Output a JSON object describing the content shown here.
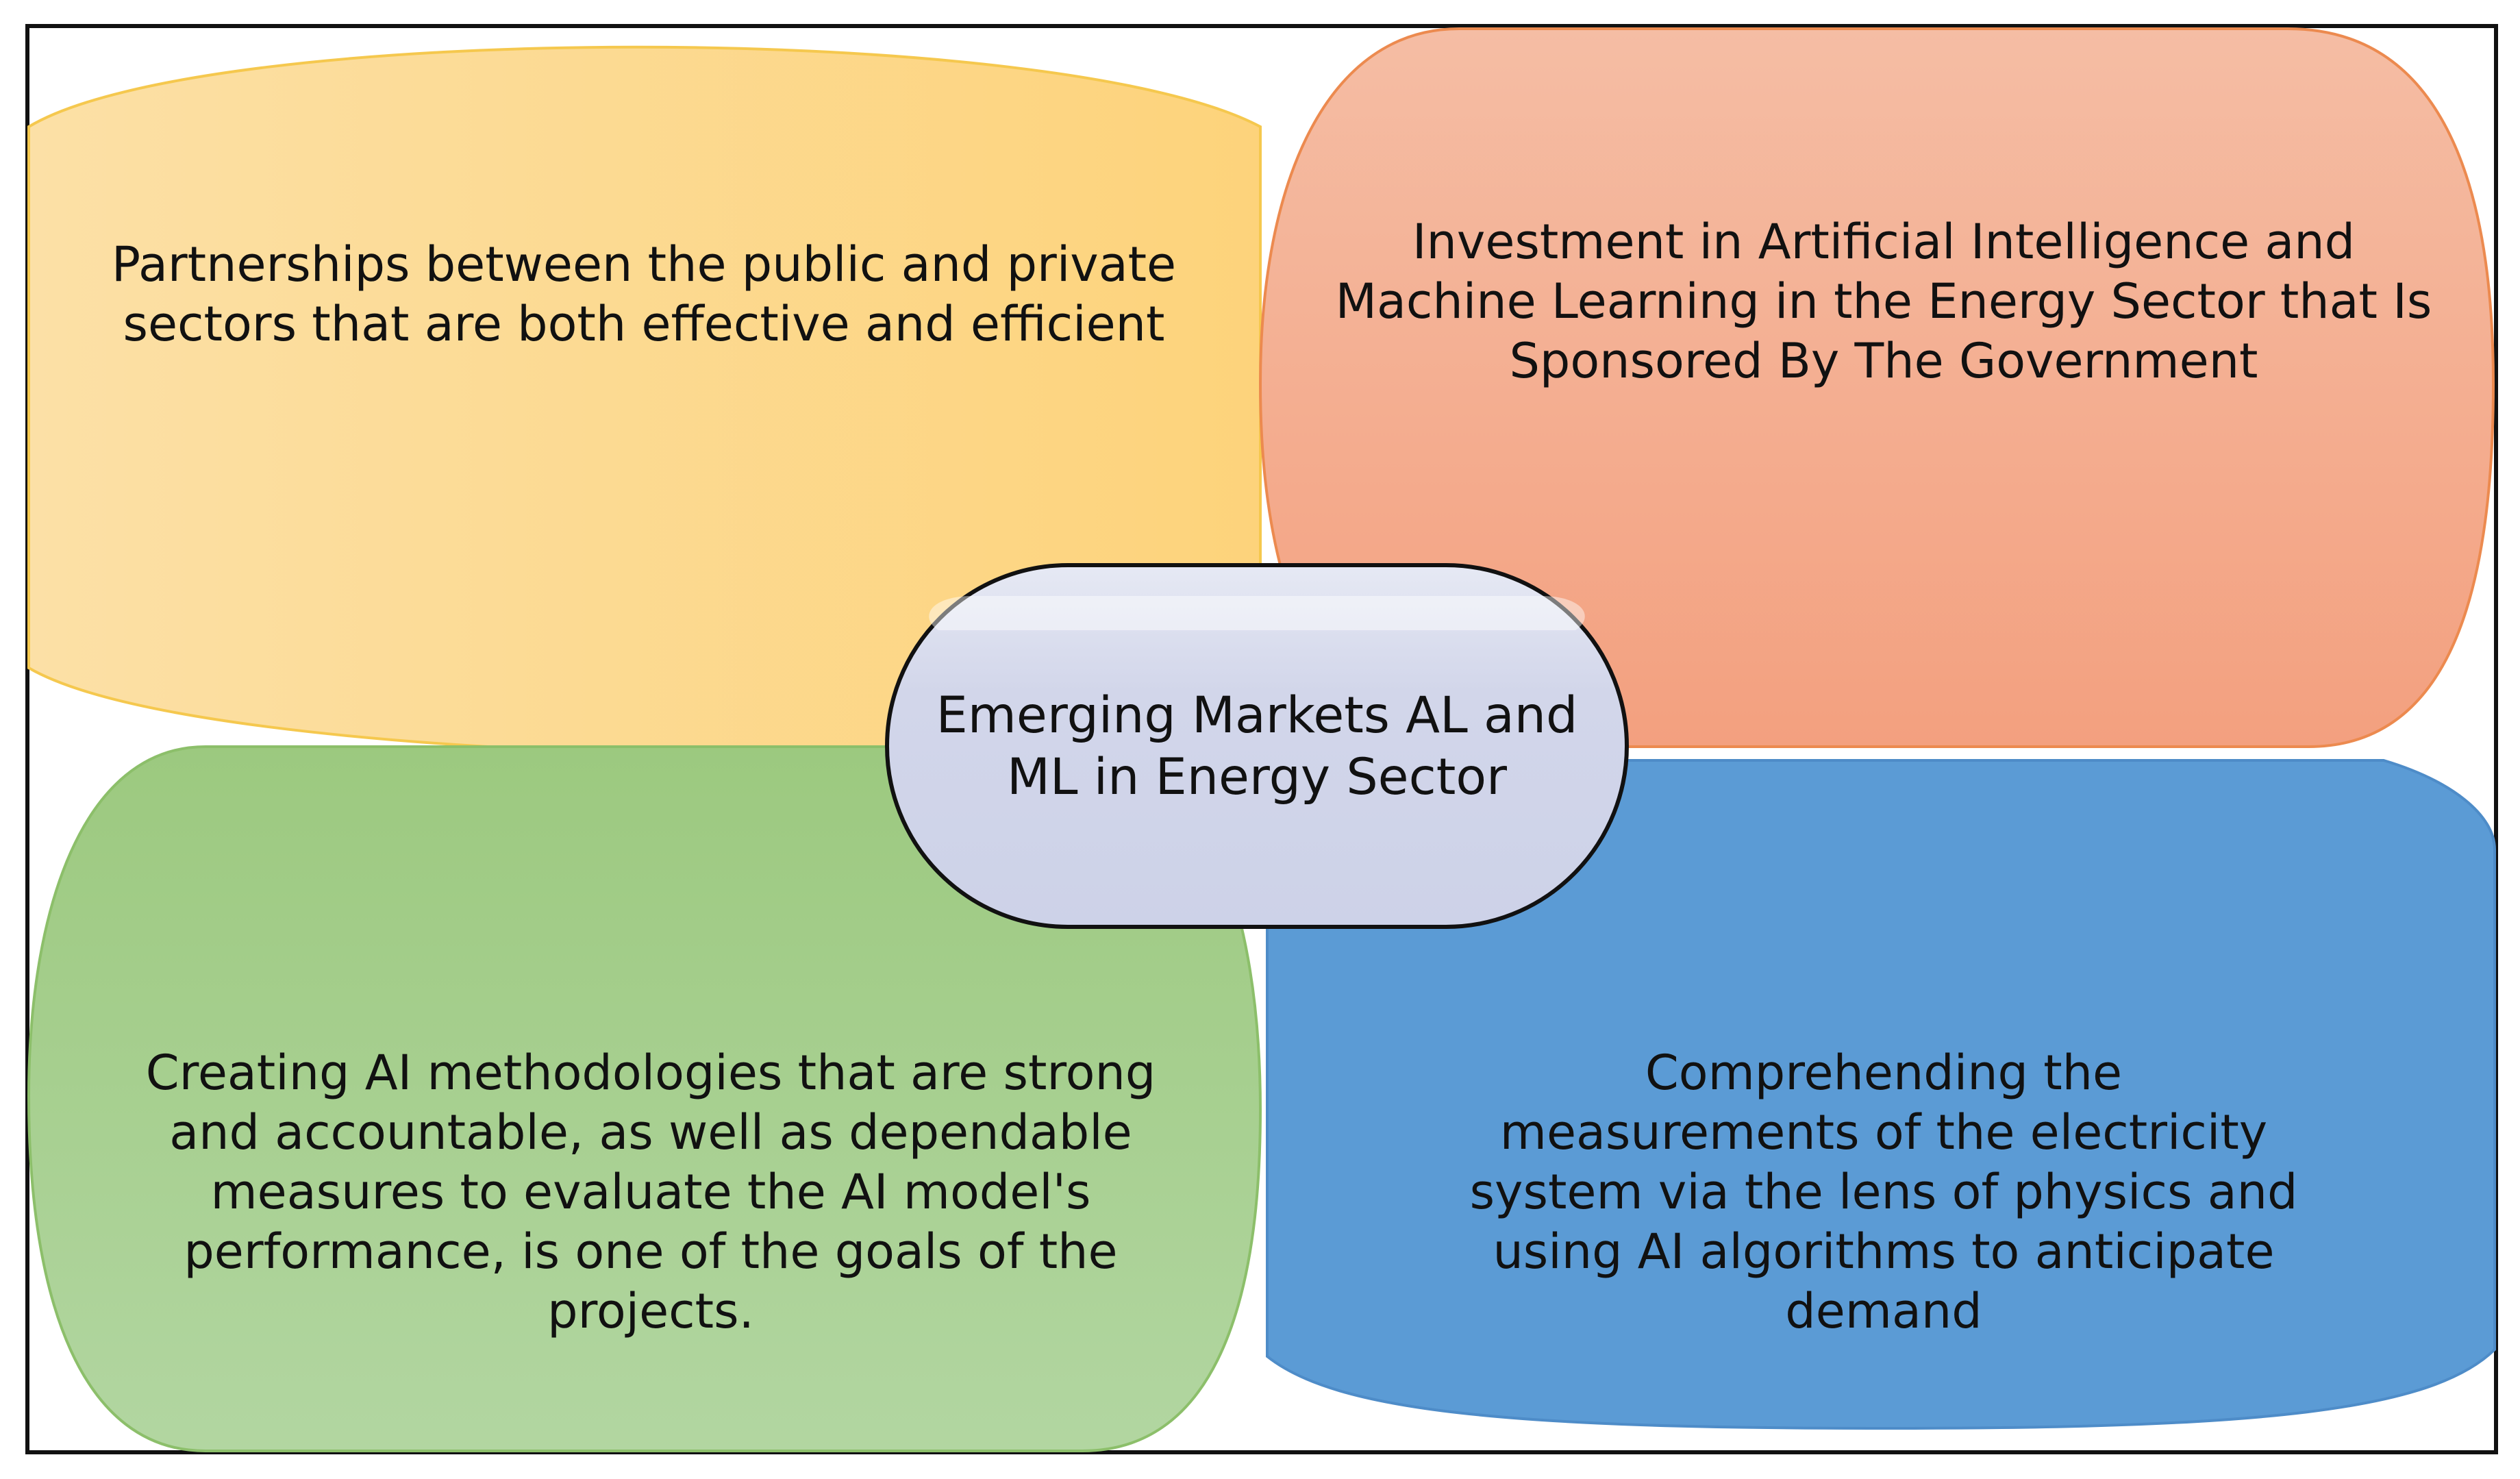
{
  "diagram": {
    "center": {
      "label": "Emerging Markets AL and\nML in Energy Sector",
      "fill": "#D4D8EB",
      "stroke": "#111111"
    },
    "top_left": {
      "label": "Partnerships between the public and private\nsectors that are both effective and efficient",
      "fill_from": "#FCE0A6",
      "fill_to": "#FDD37B",
      "stroke": "#F5C84E"
    },
    "top_right": {
      "label": "Investment in Artificial Intelligence and\nMachine Learning in the Energy Sector that Is\nSponsored By The Government",
      "fill_from": "#F5BDA4",
      "fill_to": "#F3A07F",
      "stroke": "#EC8A4F"
    },
    "bottom_left": {
      "label": "Creating AI methodologies that are strong\nand accountable, as well as dependable\nmeasures to evaluate the AI model's\nperformance, is one of the goals of the\nprojects.",
      "fill_from": "#9CC97F",
      "fill_to": "#B2D6A1",
      "stroke": "#8CBF6A"
    },
    "bottom_right": {
      "label": "Comprehending the\nmeasurements of the electricity\nsystem via the lens of physics and\nusing AI algorithms to anticipate\ndemand",
      "fill": "#5B9BD5",
      "stroke": "#4E8CC8"
    },
    "frame_color": "#111111"
  }
}
